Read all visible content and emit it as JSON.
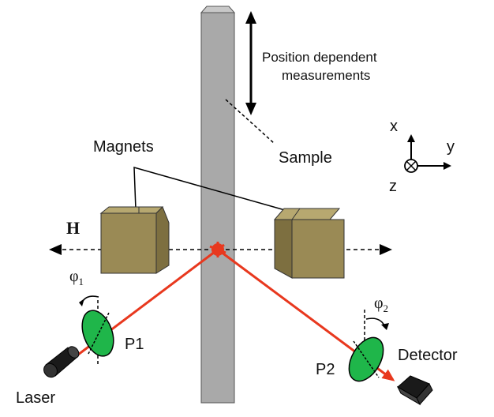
{
  "labels": {
    "position_line1": "Position dependent",
    "position_line2": "measurements",
    "sample": "Sample",
    "magnets": "Magnets",
    "field": "H",
    "phi1": "φ",
    "phi1_sub": "1",
    "phi2": "φ",
    "phi2_sub": "2",
    "p1": "P1",
    "p2": "P2",
    "laser": "Laser",
    "detector": "Detector",
    "axis_x": "x",
    "axis_y": "y",
    "axis_z": "z"
  },
  "colors": {
    "sample_fill": "#a9a9a9",
    "magnet_fill": "#9a8a55",
    "beam": "#e8381e",
    "polarizer": "#1fb64a"
  }
}
